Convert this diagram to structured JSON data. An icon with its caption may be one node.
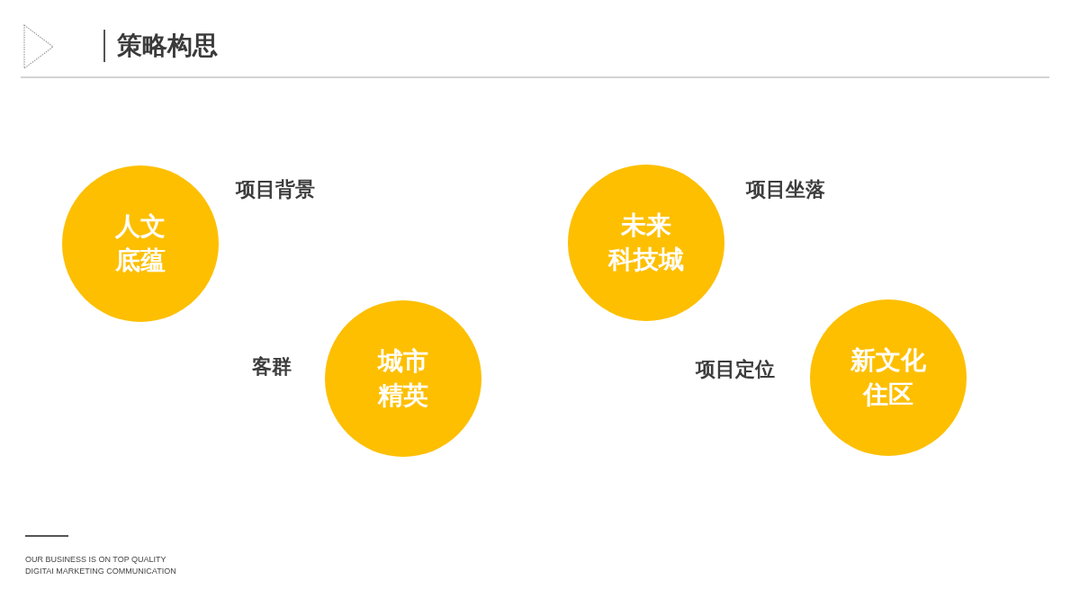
{
  "diagram": {
    "title": "策略构思",
    "nodes": [
      {
        "text": [
          "人文底蕴"
        ],
        "beside": [
          "项目背景"
        ]
      },
      {
        "text": [
          "城市精英"
        ],
        "beside": [
          "客群"
        ]
      },
      {
        "text": [
          "未来科技城"
        ],
        "beside": [
          "项目坐落"
        ]
      },
      {
        "text": [
          "新文化住区"
        ],
        "beside": [
          "项目定位"
        ]
      }
    ],
    "labels": [
      "OUR BUSINESS IS ON TOP QUALITY DIGITAI MARKETING COMMUNICATION"
    ]
  }
}
